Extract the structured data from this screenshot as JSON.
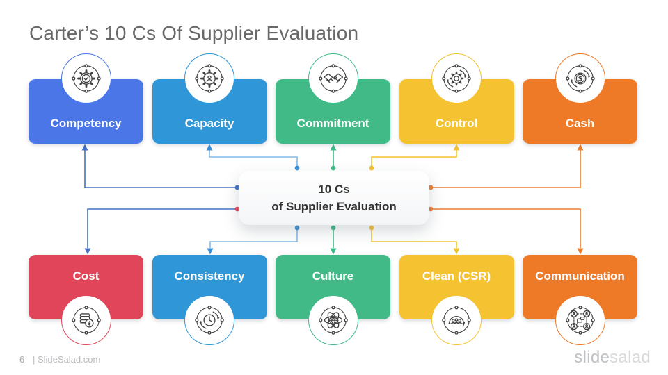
{
  "slide": {
    "title": "Carter’s 10 Cs Of Supplier Evaluation",
    "page_number": "6",
    "footer_site": "| SlideSalad.com",
    "brand": {
      "part1": "slide",
      "part2": "salad"
    }
  },
  "center": {
    "line1": "10 Cs",
    "line2": "of Supplier Evaluation"
  },
  "boxes": {
    "top": [
      {
        "label": "Competency",
        "icon": "gear-check-icon",
        "color": "#4a76e8"
      },
      {
        "label": "Capacity",
        "icon": "gear-person-icon",
        "color": "#2f97d8"
      },
      {
        "label": "Commitment",
        "icon": "handshake-icon",
        "color": "#41ba88"
      },
      {
        "label": "Control",
        "icon": "gear-cycle-icon",
        "color": "#f5c232"
      },
      {
        "label": "Cash",
        "icon": "dollar-cycle-icon",
        "color": "#ee7a28"
      }
    ],
    "bottom": [
      {
        "label": "Cost",
        "icon": "coins-dollar-icon",
        "color": "#e0455a"
      },
      {
        "label": "Consistency",
        "icon": "clock-cycle-icon",
        "color": "#2f97d8"
      },
      {
        "label": "Culture",
        "icon": "atom-diamond-icon",
        "color": "#41ba88"
      },
      {
        "label": "Clean (CSR)",
        "icon": "globe-people-icon",
        "color": "#f5c232"
      },
      {
        "label": "Communication",
        "icon": "people-chat-icon",
        "color": "#ee7a28"
      }
    ]
  },
  "colors": {
    "line-blue": "#4472c4",
    "line-lightblue": "#85b9e6",
    "accent-lightblue": "#3f8fd4",
    "line-green": "#3dba85",
    "line-yellow": "#f2c233",
    "line-orange": "#ed7d31",
    "dot-red": "#e0455a",
    "title-gray": "#696969",
    "icon-stroke": "#414141",
    "footer-gray": "#b9bbbe"
  }
}
